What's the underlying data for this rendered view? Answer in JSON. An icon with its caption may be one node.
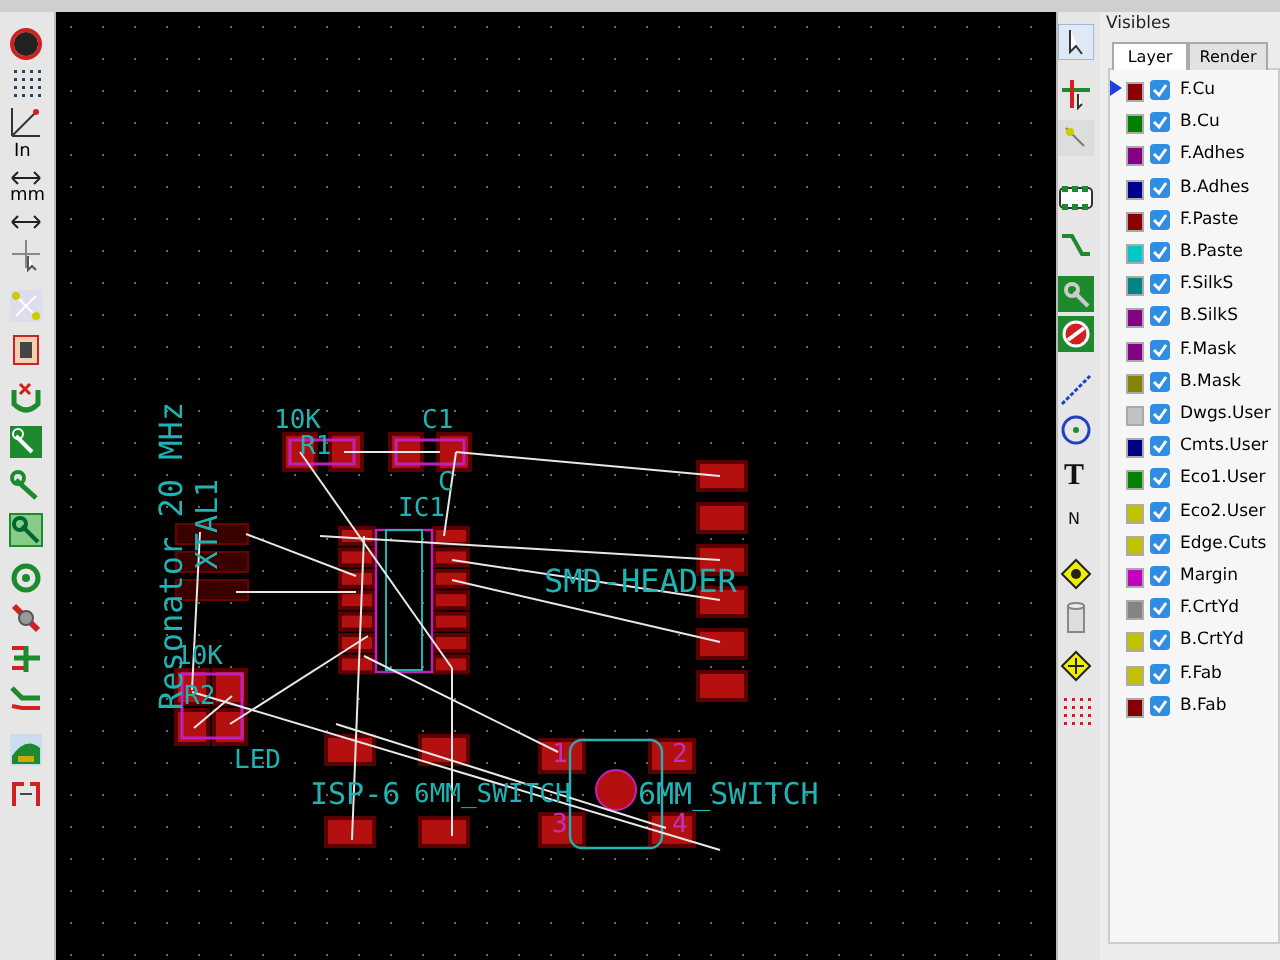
{
  "diagram": {
    "labels": [
      "In",
      "mm",
      "10K",
      "R1",
      "C1",
      "C",
      "IC1",
      "Resonator 20 MHz",
      "XTAL1",
      "SMD-HEADER",
      "10K",
      "R2",
      "LED",
      "ISP-6",
      "6MM_SWITCH",
      "1",
      "2",
      "3",
      "4",
      "6MM_SWITCH",
      "T",
      "N",
      "Visibles",
      "Layer",
      "Render"
    ],
    "legend": [
      {
        "text": "F.Cu",
        "color": "#8b0000"
      },
      {
        "text": "B.Cu",
        "color": "#008000"
      },
      {
        "text": "F.Adhes",
        "color": "#840084"
      },
      {
        "text": "B.Adhes",
        "color": "#000090"
      },
      {
        "text": "F.Paste",
        "color": "#8b0000"
      },
      {
        "text": "B.Paste",
        "color": "#00c8c8"
      },
      {
        "text": "F.SilkS",
        "color": "#008484"
      },
      {
        "text": "B.SilkS",
        "color": "#840084"
      },
      {
        "text": "F.Mask",
        "color": "#840084"
      },
      {
        "text": "B.Mask",
        "color": "#848400"
      },
      {
        "text": "Dwgs.User",
        "color": "#c2c2c2"
      },
      {
        "text": "Cmts.User",
        "color": "#000084"
      },
      {
        "text": "Eco1.User",
        "color": "#008400"
      },
      {
        "text": "Eco2.User",
        "color": "#c2c200"
      },
      {
        "text": "Edge.Cuts",
        "color": "#c2c200"
      },
      {
        "text": "Margin",
        "color": "#c200c2"
      },
      {
        "text": "F.CrtYd",
        "color": "#848484"
      },
      {
        "text": "B.CrtYd",
        "color": "#c2c200"
      },
      {
        "text": "F.Fab",
        "color": "#c2c200"
      },
      {
        "text": "B.Fab",
        "color": "#840000"
      }
    ]
  }
}
